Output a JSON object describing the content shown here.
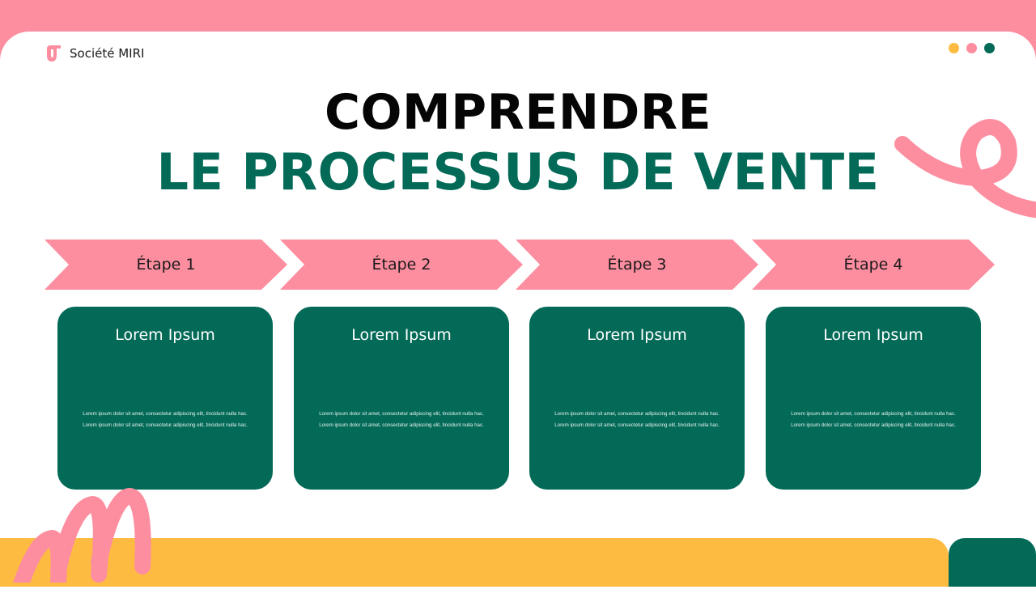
{
  "colors": {
    "pink": "#fd8ea0",
    "green": "#036a58",
    "yellow": "#fdbb42",
    "white": "#ffffff",
    "black": "#050505"
  },
  "header": {
    "brand_name": "Société MIRI",
    "brand_icon": "brand-logo-icon",
    "window_dots": [
      "#fdbb42",
      "#fd8ea0",
      "#036a58"
    ]
  },
  "title": {
    "line1": "COMPRENDRE",
    "line2": "LE PROCESSUS DE VENTE"
  },
  "steps": [
    {
      "label": "Étape 1",
      "card_title": "Lorem Ipsum",
      "card_lines": [
        "Lorem ipsum dolor sit amet, consectetur adipiscing elit, tincidunt nulla hac.",
        "Lorem ipsum dolor sit amet, consectetur adipiscing elit, tincidunt nulla hac."
      ]
    },
    {
      "label": "Étape 2",
      "card_title": "Lorem Ipsum",
      "card_lines": [
        "Lorem ipsum dolor sit amet, consectetur adipiscing elit, tincidunt nulla hac.",
        "Lorem ipsum dolor sit amet, consectetur adipiscing elit, tincidunt nulla hac."
      ]
    },
    {
      "label": "Étape 3",
      "card_title": "Lorem Ipsum",
      "card_lines": [
        "Lorem ipsum dolor sit amet, consectetur adipiscing elit, tincidunt nulla hac.",
        "Lorem ipsum dolor sit amet, consectetur adipiscing elit, tincidunt nulla hac."
      ]
    },
    {
      "label": "Étape 4",
      "card_title": "Lorem Ipsum",
      "card_lines": [
        "Lorem ipsum dolor sit amet, consectetur adipiscing elit, tincidunt nulla hac.",
        "Lorem ipsum dolor sit amet, consectetur adipiscing elit, tincidunt nulla hac."
      ]
    }
  ]
}
